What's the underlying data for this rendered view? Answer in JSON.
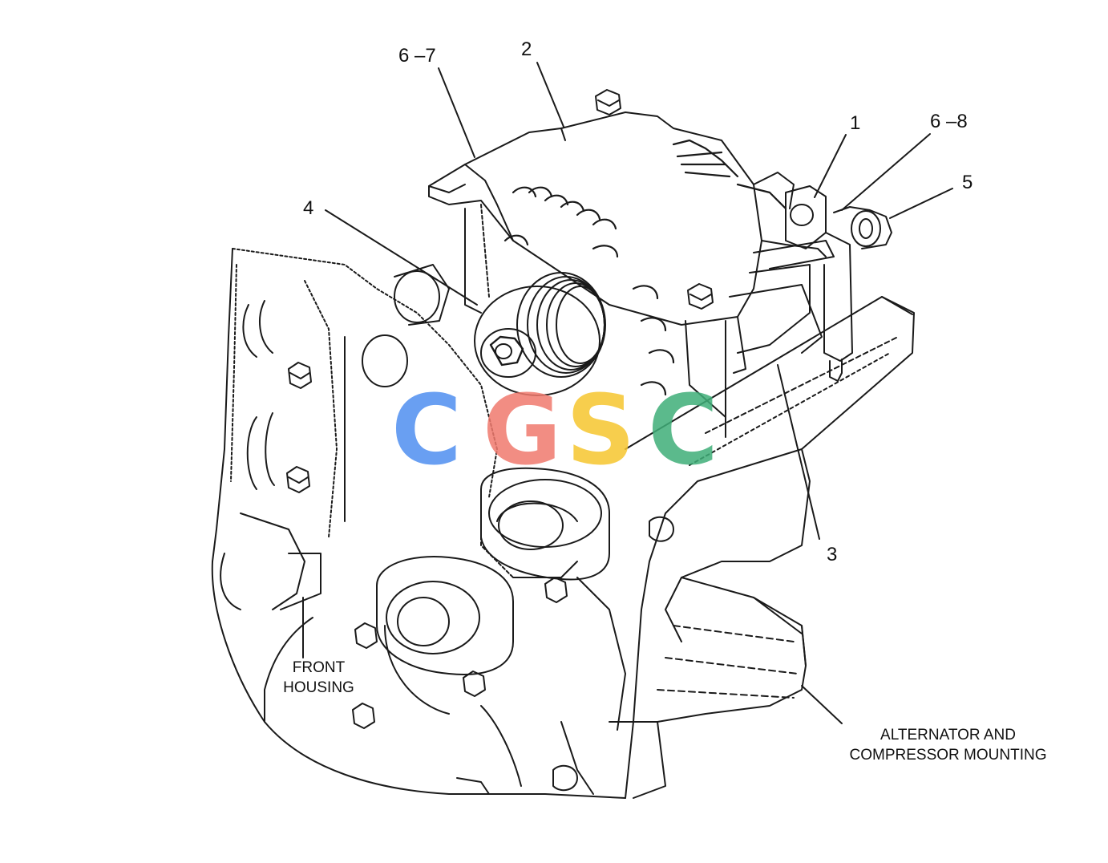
{
  "callouts": {
    "c67": "6 –7",
    "c2": "2",
    "c1": "1",
    "c68": "6 –8",
    "c5": "5",
    "c4": "4",
    "c3": "3"
  },
  "captions": {
    "front_housing_line1": "FRONT",
    "front_housing_line2": "HOUSING",
    "mounting_line1": "ALTERNATOR AND",
    "mounting_line2": "COMPRESSOR MOUNTING"
  },
  "watermark": {
    "letters": [
      "C",
      "G",
      "S",
      "C"
    ],
    "colors": [
      "#4f8ff0",
      "#f07a6e",
      "#f6c62f",
      "#3fae78"
    ]
  },
  "colors": {
    "line": "#1a1a1a",
    "background": "#ffffff"
  }
}
